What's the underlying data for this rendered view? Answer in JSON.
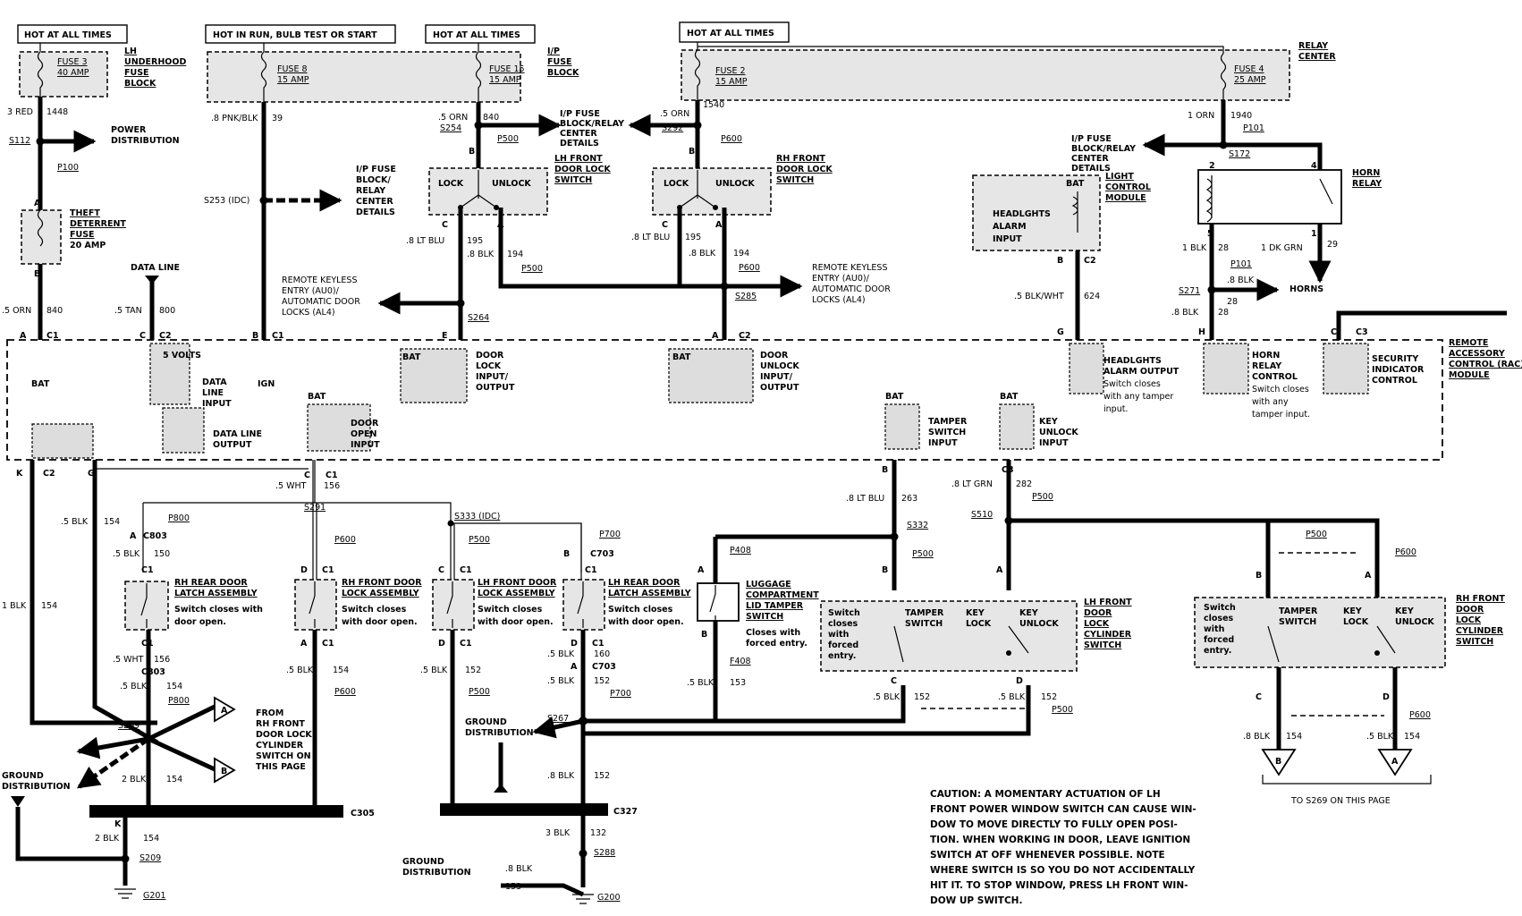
{
  "headers": {
    "hot_at_all_times": "HOT AT ALL TIMES",
    "hot_in_run": "HOT IN RUN, BULB TEST OR START"
  },
  "fuse_blocks": {
    "lh_underhood": [
      "LH",
      "UNDERHOOD",
      "FUSE",
      "BLOCK"
    ],
    "ip_fuse_block": [
      "I/P",
      "FUSE",
      "BLOCK"
    ],
    "relay_center": [
      "RELAY",
      "CENTER"
    ]
  },
  "fuses": {
    "fuse3": [
      "FUSE 3",
      "40 AMP"
    ],
    "fuse8": [
      "FUSE 8",
      "15 AMP"
    ],
    "fuse15": [
      "FUSE 15",
      "15 AMP"
    ],
    "fuse2": [
      "FUSE 2",
      "15 AMP"
    ],
    "fuse4": [
      "FUSE 4",
      "25 AMP"
    ],
    "theft_deterrent": [
      "THEFT",
      "DETERRENT",
      "FUSE",
      "20 AMP"
    ]
  },
  "wires": {
    "w_3red": "3 RED",
    "c_1448": "1448",
    "w_8pnkblk": ".8 PNK/BLK",
    "c_39": "39",
    "w_5orn": ".5 ORN",
    "c_840": "840",
    "w_5orn2": ".5 ORN",
    "c_1540": "1540",
    "w_1orn": "1 ORN",
    "c_1940": "1940",
    "w_5orn3": ".5 ORN",
    "c_840b": "840",
    "w_5tan": ".5 TAN",
    "c_800": "800",
    "w_8ltblu": ".8 LT BLU",
    "c_195": "195",
    "w_8blk": ".8 BLK",
    "c_194": "194",
    "w_8ltblu2": ".8 LT BLU",
    "c_195b": "195",
    "w_8blk2": ".8 BLK",
    "c_194b": "194",
    "w_1blk": "1 BLK",
    "c_28": "28",
    "w_1dkgrn": "1 DK GRN",
    "c_29": "29",
    "w_8blk3": ".8 BLK",
    "c_28b": "28",
    "w_8blk4": ".8 BLK",
    "c_28c": "28",
    "w_5blkwht": ".5 BLK/WHT",
    "c_624": "624",
    "w_5wht": ".5 WHT",
    "c_156": "156",
    "w_5blk": ".5 BLK",
    "c_154": "154",
    "w_1blk2": "1 BLK",
    "c_154b": "154",
    "w_5blk2": ".5 BLK",
    "c_150": "150",
    "w_5wht2": ".5 WHT",
    "c_156b": "156",
    "w_5blk3": ".5 BLK",
    "c_154c": "154",
    "w_2blk": "2 BLK",
    "c_154d": "154",
    "w_2blk2": "2 BLK",
    "c_154e": "154",
    "w_5blk4": ".5 BLK",
    "c_154f": "154",
    "w_5blk5": ".5 BLK",
    "c_152": "152",
    "w_5blk6": ".5 BLK",
    "c_160": "160",
    "w_5blk7": ".5 BLK",
    "c_152b": "152",
    "w_8blk5": ".8 BLK",
    "c_152c": "152",
    "w_3blk": "3 BLK",
    "c_132": "132",
    "w_8blk6": ".8 BLK",
    "c_153": "153",
    "w_5blk8": ".5 BLK",
    "c_153b": "153",
    "w_8ltblu3": ".8 LT BLU",
    "c_263": "263",
    "w_8ltgrn": ".8 LT GRN",
    "c_282": "282",
    "w_5blk9": ".5 BLK",
    "c_152d": "152",
    "w_5blk10": ".5 BLK",
    "c_152e": "152",
    "w_8blk7": ".8 BLK",
    "c_154g": "154",
    "w_5blk11": ".5 BLK",
    "c_154h": "154"
  },
  "splices": {
    "s112": "S112",
    "s253": "S253 (IDC)",
    "s254": "S254",
    "s292": "S292",
    "s264": "S264",
    "s285": "S285",
    "s172": "S172",
    "s271": "S271",
    "s291": "S291",
    "s333": "S333 (IDC)",
    "s269": "S269",
    "s267": "S267",
    "s209": "S209",
    "s288": "S288",
    "s332": "S332",
    "s510": "S510"
  },
  "connectors": {
    "p100": "P100",
    "p500": "P500",
    "p600": "P600",
    "p101": "P101",
    "p800": "P800",
    "p700": "P700",
    "p408": "P408",
    "f408": "F408",
    "c803": "C803",
    "c703": "C703",
    "c305": "C305",
    "c327": "C327",
    "c1": "C1",
    "c2": "C2",
    "c3": "C3"
  },
  "grounds": {
    "g201": "G201",
    "g200": "G200"
  },
  "labels": {
    "power_distribution": [
      "POWER",
      "DISTRIBUTION"
    ],
    "ip_fuse_block_relay": [
      "I/P FUSE",
      "BLOCK/",
      "RELAY",
      "CENTER",
      "DETAILS"
    ],
    "ip_fuse_relay_center_details": [
      "I/P FUSE",
      "BLOCK/RELAY",
      "CENTER",
      "DETAILS"
    ],
    "ip_fuse_relay_center_details2": [
      "I/P FUSE",
      "BLOCK/RELAY",
      "CENTER",
      "DETAILS"
    ],
    "lh_front_door_lock_switch": [
      "LH FRONT",
      "DOOR LOCK",
      "SWITCH"
    ],
    "rh_front_door_lock_switch": [
      "RH FRONT",
      "DOOR LOCK",
      "SWITCH"
    ],
    "lock": "LOCK",
    "unlock": "UNLOCK",
    "rke_left": [
      "REMOTE KEYLESS",
      "ENTRY (AU0)/",
      "AUTOMATIC DOOR",
      "LOCKS (AL4)"
    ],
    "rke_right": [
      "REMOTE KEYLESS",
      "ENTRY (AU0)/",
      "AUTOMATIC DOOR",
      "LOCKS (AL4)"
    ],
    "data_line": "DATA LINE",
    "light_control_module": [
      "LIGHT",
      "CONTROL",
      "MODULE"
    ],
    "headlights_alarm_input": [
      "HEADLGHTS",
      "ALARM",
      "INPUT"
    ],
    "horn_relay": [
      "HORN",
      "RELAY"
    ],
    "horns": "HORNS",
    "bat": "BAT",
    "ign": "IGN",
    "five_volts": "5 VOLTS",
    "data_line_input": [
      "DATA",
      "LINE",
      "INPUT"
    ],
    "data_line_output": [
      "DATA LINE",
      "OUTPUT"
    ],
    "door_lock_io": [
      "DOOR",
      "LOCK",
      "INPUT/",
      "OUTPUT"
    ],
    "door_unlock_io": [
      "DOOR",
      "UNLOCK",
      "INPUT/",
      "OUTPUT"
    ],
    "door_open_input": [
      "DOOR",
      "OPEN",
      "INPUT"
    ],
    "headlights_alarm_output": [
      "HEADLGHTS",
      "ALARM OUTPUT",
      "Switch closes",
      "with any tamper",
      "input."
    ],
    "horn_relay_control": [
      "HORN",
      "RELAY",
      "CONTROL",
      "Switch closes",
      "with any",
      "tamper input."
    ],
    "security_indicator": [
      "SECURITY",
      "INDICATOR",
      "CONTROL"
    ],
    "rac_module": [
      "REMOTE",
      "ACCESSORY",
      "CONTROL (RAC)",
      "MODULE"
    ],
    "tamper_switch_input": [
      "TAMPER",
      "SWITCH",
      "INPUT"
    ],
    "key_unlock_input": [
      "KEY",
      "UNLOCK",
      "INPUT"
    ],
    "rh_rear_door_latch": [
      "RH REAR DOOR",
      "LATCH ASSEMBLY"
    ],
    "rh_front_door_lock_assy": [
      "RH FRONT DOOR",
      "LOCK ASSEMBLY"
    ],
    "lh_front_door_lock_assy": [
      "LH FRONT DOOR",
      "LOCK ASSEMBLY"
    ],
    "lh_rear_door_latch": [
      "LH REAR DOOR",
      "LATCH ASSEMBLY"
    ],
    "switch_closes_door_open": [
      "Switch closes with",
      "door open."
    ],
    "switch_closes_door_open2": [
      "Switch closes",
      "with door open."
    ],
    "switch_closes_door_open3": [
      "Switch closes",
      "with door open."
    ],
    "switch_closes_door_open4": [
      "Switch closes",
      "with door open."
    ],
    "luggage_tamper": [
      "LUGGAGE",
      "COMPARTMENT",
      "LID TAMPER",
      "SWITCH"
    ],
    "closes_forced_entry": [
      "Closes with",
      "forced entry."
    ],
    "lh_front_door_lock_cyl": [
      "LH FRONT",
      "DOOR",
      "LOCK",
      "CYLINDER",
      "SWITCH"
    ],
    "rh_front_door_lock_cyl": [
      "RH FRONT",
      "DOOR",
      "LOCK",
      "CYLINDER",
      "SWITCH"
    ],
    "switch_closes_forced": [
      "Switch",
      "closes",
      "with",
      "forced",
      "entry."
    ],
    "switch_closes_forced2": [
      "Switch",
      "closes",
      "with",
      "forced",
      "entry."
    ],
    "tamper_switch": [
      "TAMPER",
      "SWITCH"
    ],
    "key_lock": [
      "KEY",
      "LOCK"
    ],
    "key_unlock": [
      "KEY",
      "UNLOCK"
    ],
    "from_rh_front": [
      "FROM",
      "RH FRONT",
      "DOOR LOCK",
      "CYLINDER",
      "SWITCH ON",
      "THIS PAGE"
    ],
    "ground_distribution": [
      "GROUND",
      "DISTRIBUTION"
    ],
    "to_s269": "TO S269 ON THIS PAGE",
    "pin_a": "A",
    "pin_b": "B",
    "pin_c": "C",
    "pin_d": "D",
    "pin_e": "E",
    "pin_g": "G",
    "pin_h": "H",
    "pin_k": "K",
    "pin_1": "1",
    "pin_2": "2",
    "pin_4": "4",
    "pin_5": "5"
  },
  "caution": "CAUTION: A MOMENTARY ACTUATION OF LH\nFRONT POWER WINDOW SWITCH CAN CAUSE WIN-\nDOW TO MOVE DIRECTLY TO FULLY OPEN  POSI-\nTION. WHEN WORKING  IN DOOR, LEAVE IGNITION\nSWITCH AT OFF WHENEVER POSSIBLE. NOTE\nWHERE SWITCH IS SO YOU DO NOT ACCIDENTALLY\nHIT IT. TO STOP WINDOW, PRESS LH FRONT WIN-\nDOW UP SWITCH."
}
